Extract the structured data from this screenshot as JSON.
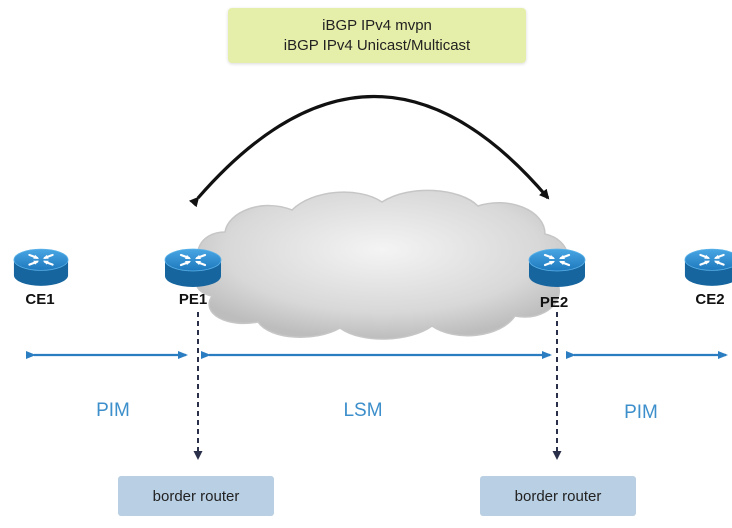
{
  "bgp_session": {
    "line1": "iBGP IPv4 mvpn",
    "line2": "iBGP IPv4 Unicast/Multicast"
  },
  "nodes": {
    "ce1": "CE1",
    "pe1": "PE1",
    "pe2": "PE2",
    "ce2": "CE2"
  },
  "segments": {
    "left": "PIM",
    "middle": "LSM",
    "right": "PIM"
  },
  "border_routers": {
    "left": "border router",
    "right": "border router"
  },
  "colors": {
    "router": "#1f7fc3",
    "segment_arrow": "#2b7dc1",
    "segment_label": "#3c8fcb",
    "bgp_box": "#e6efaa",
    "border_router_box": "#b9cfe4"
  },
  "icons": [
    "router-icon",
    "cloud-icon"
  ]
}
